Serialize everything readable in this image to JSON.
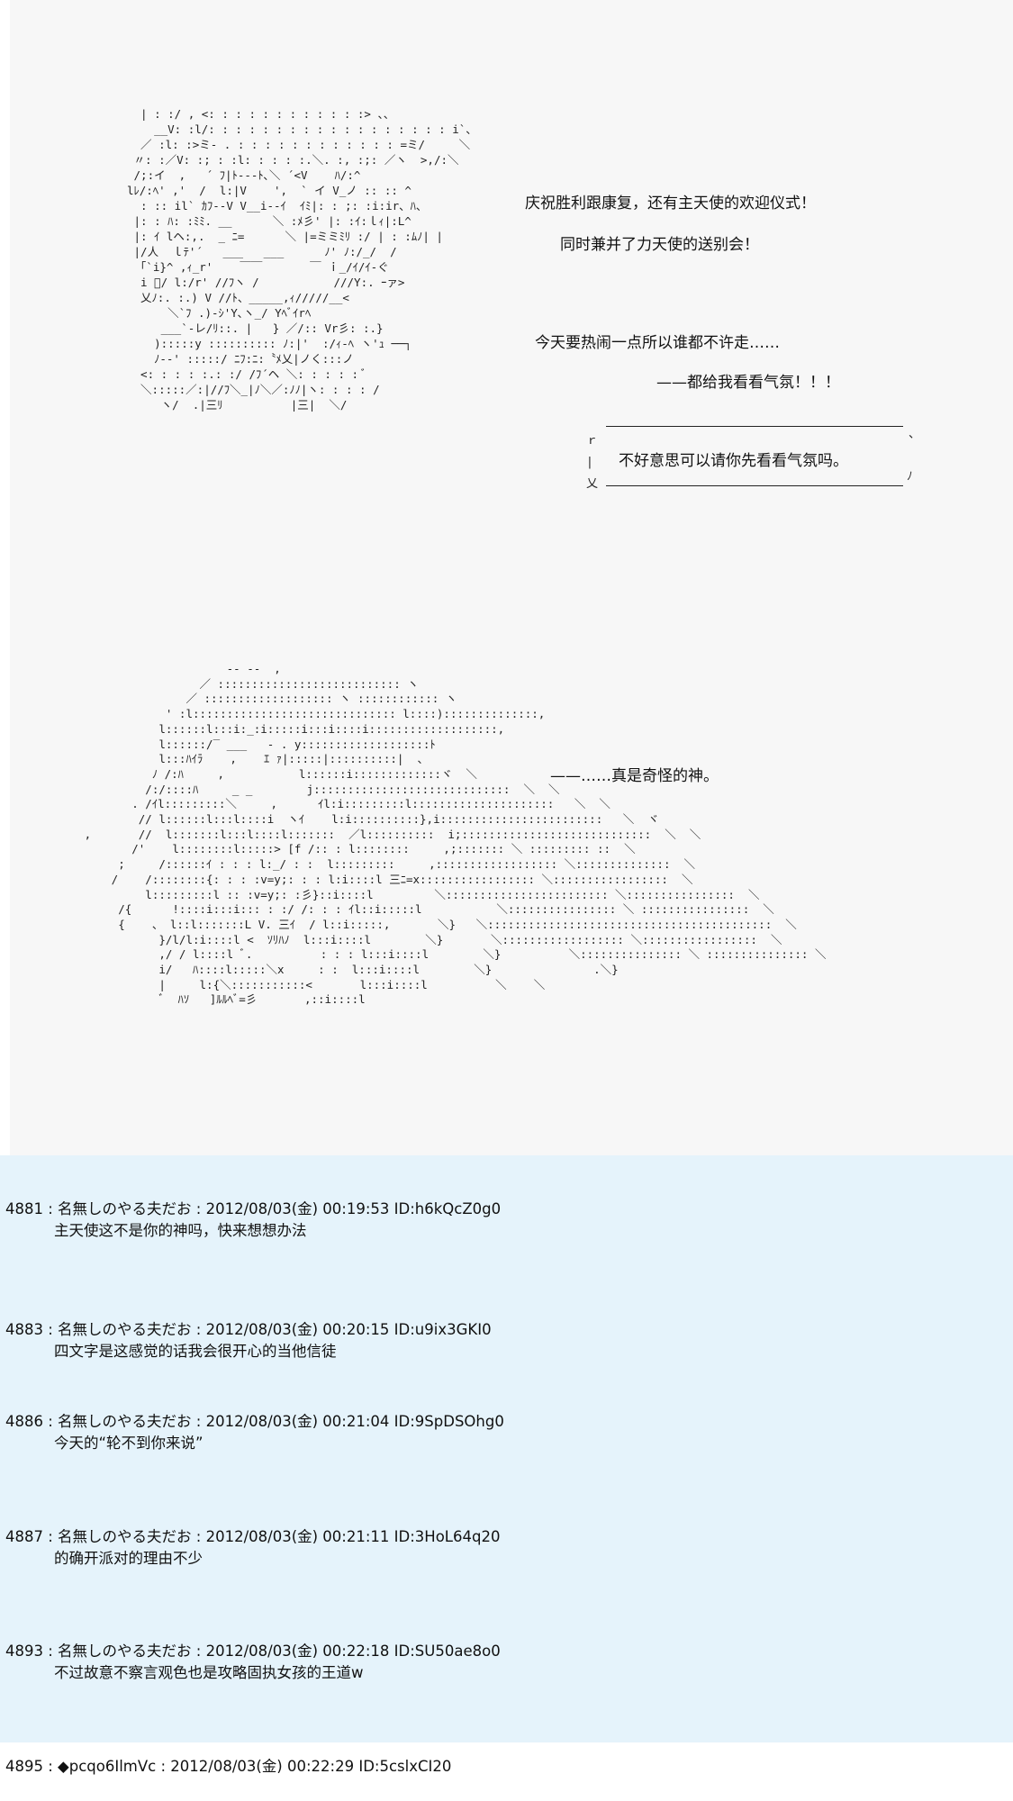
{
  "art": {
    "aa1": "  | : :/ , <: : : : : : : : : : : :> 、、\n    __V: :l/: : : : : : : : : : : : : : : : : : i`、\n  ／ :l: :>ミ- . : : : : : : : : : : : : =ミ/     ＼\n 〃: :／V: :; : :l: : : : :.＼. :, :;: ／ヽ  >,/:＼\n /;:イ  ,   ´ ﾌ|ﾄ---ﾄ､＼ ´<V    ﾊ/:^\nlﾚ/:ﾍ' ,'  /  l:|V    ',  ` イ V_ノ :: :: ^\n  : :: il` ｶﾌ--V V__i--ｲ  ｲﾐ|: : ;: :i:ir、ﾊ、\n |: : ﾊ: :ﾐﾐ. __      ＼ :ﾒ彡' |: :ｲ:ｌｨ|:L^\n |: ｲ lヘ:,.  _ ﾆ=      ＼ |=ミミﾐﾘ :/ | : :ﾑﾉ| |\n |/人  ｌﾃ'´   ___   ___      ﾉ' ﾉ:/_/  /\n  ｢`i}^ ,ｨ_r'    ￣￣       ￣ ｉ_/ｲ/ｲ-ぐ\n  i ゙/ l:/r' //ﾌヽ /           ///Y:. ｰァ>\n  乂ﾉ:. :.) V //ﾄ、_____,ｨ/////__<\n      ＼`ﾌ .)-ｼ'Y､ヽ_/ Yﾍﾞｲrﾍ\n     ___`-レ/ﾘ::. |   } ／/:: Vr彡: :.}\n    ):::::y :::::::::: ﾉ:|'  :/ｨ-ﾍ ヽ'ｭ ──┐\n    ﾉ--' :::::/ ﾆﾌ:ﾆ:〝ﾒ乂|ノく:::ノ\n  <: : : : :.: :/ /ﾌ´ヘ ＼: : : : : ﾞ\n  ＼:::::／:|//ﾌ＼_|ﾉ＼／:ﾉﾉ|ヽ: : : : /\n     ヽ/  .|三ﾘ          |三|  ＼/",
    "aa2": "                        -- --  ,\n                    ／ ::::::::::::::::::::::::::: ヽ\n                  ／ ::::::::::::::::::: ヽ :::::::::::: ヽ\n               ' :l:::::::::::::::::::::::::::::: l::::)::::::::::::::,\n              l::::::l:::i:_:i:::::i:::i::::i:::::::::::::::::::,\n              l::::::/‾ ___   - . y:::::::::::::::::::ﾄ\n              l:::ﾊｲﾗ    ,    ｴ ｧ|:::::|::::::::::|  、\n             ﾉ /:ﾊ     ,           l::::::i:::::::::::::ヾ  ＼\n            /:/::::ﾊ     _ _        j:::::::::::::::::::::::::::::  ＼  ＼\n          . /ｲl:::::::::＼     ,      ｲl:i:::::::::l:::::::::::::::::::::   ＼  ＼\n           // l::::::l:::l::::i  ヽｲ    l:i::::::::::},i::::::::::::::::::::::::   ＼  ヾ\n   ,       //  l:::::::l:::l::::l:::::::  ／l::::::::::  i;::::::::::::::::::::::::::::  ＼  ＼\n          /'    l::::::::l:::::> [f /:: : l::::::::     ,;::::::: ＼ ::::::::: ::  ＼\n        ;     /::::::ｲ : : : l:_/ : :  l:::::::::     ,:::::::::::::::::: ＼::::::::::::::  ＼\n       /    /::::::::{: : : :v=y;: : : l:i::::l 三ﾆ=x::::::::::::::::: ＼:::::::::::::::::  ＼\n            l:::::::::l :: :v=y;: :彡}::i::::l         ＼:::::::::::::::::::::::: ＼::::::::::::::::  ＼\n        /{      !::::i:::i::: : :/ /: : : ｲl::i:::::l           ＼:::::::::::::::: ＼ ::::::::::::::::  ＼\n        {    、 l::l:::::::L V. 三ｲ  / l::i:::::,       ＼}   ＼::::::::::::::::::::::::::::::::::::::::::  ＼\n              }/l/l:i::::l <  ｿﾘﾊﾉ  l:::i::::l        ＼}       ＼:::::::::::::::::: ＼:::::::::::::::::  ＼\n              ,/ / l::::l ﾞ.          : : : l:::i::::l        ＼}          ＼::::::::::::::: ＼ ::::::::::::::: ＼\n              i/   ﾊ::::l:::::＼x     : :  l:::i::::l        ＼}               .＼}\n              |     l:{＼:::::::::::<       l:::i::::l          ＼    ＼\n              ﾞ  ﾊｿ   ]ﾙﾙﾍﾞ=彡       ,::i::::l"
  },
  "dialogue": {
    "line1": "庆祝胜利跟康复，还有主天使的欢迎仪式！",
    "line2": "同时兼并了力天使的送别会！",
    "line3": "今天要热闹一点所以谁都不许走……",
    "line4": "——都给我看看气氛！！！",
    "bubble_left": "ｒ\n|\n乂",
    "bubble_right_top": "、",
    "bubble_right_bottom": "ﾉ",
    "bubble_text": "不好意思可以请你先看看气氛吗。",
    "line6": "——……真是奇怪的神。"
  },
  "posts": [
    {
      "header": "4881 : 名無しのやる夫だお : 2012/08/03(金) 00:19:53 ID:h6kQcZ0g0",
      "body": "主天使这不是你的神吗，快来想想办法"
    },
    {
      "header": "4883 : 名無しのやる夫だお : 2012/08/03(金) 00:20:15 ID:u9ix3GKI0",
      "body": "四文字是这感觉的话我会很开心的当他信徒"
    },
    {
      "header": "4886 : 名無しのやる夫だお : 2012/08/03(金) 00:21:04 ID:9SpDSOhg0",
      "body": "今天的“轮不到你来说”"
    },
    {
      "header": "4887 : 名無しのやる夫だお : 2012/08/03(金) 00:21:11 ID:3HoL64q20",
      "body": "的确开派对的理由不少"
    },
    {
      "header": "4893 : 名無しのやる夫だお : 2012/08/03(金) 00:22:18 ID:SU50ae8o0",
      "body": "不过故意不察言观色也是攻略固执女孩的王道w"
    }
  ],
  "last_post": "4895 : ◆pcqo6IlmVc : 2012/08/03(金) 00:22:29 ID:5cslxCI20"
}
